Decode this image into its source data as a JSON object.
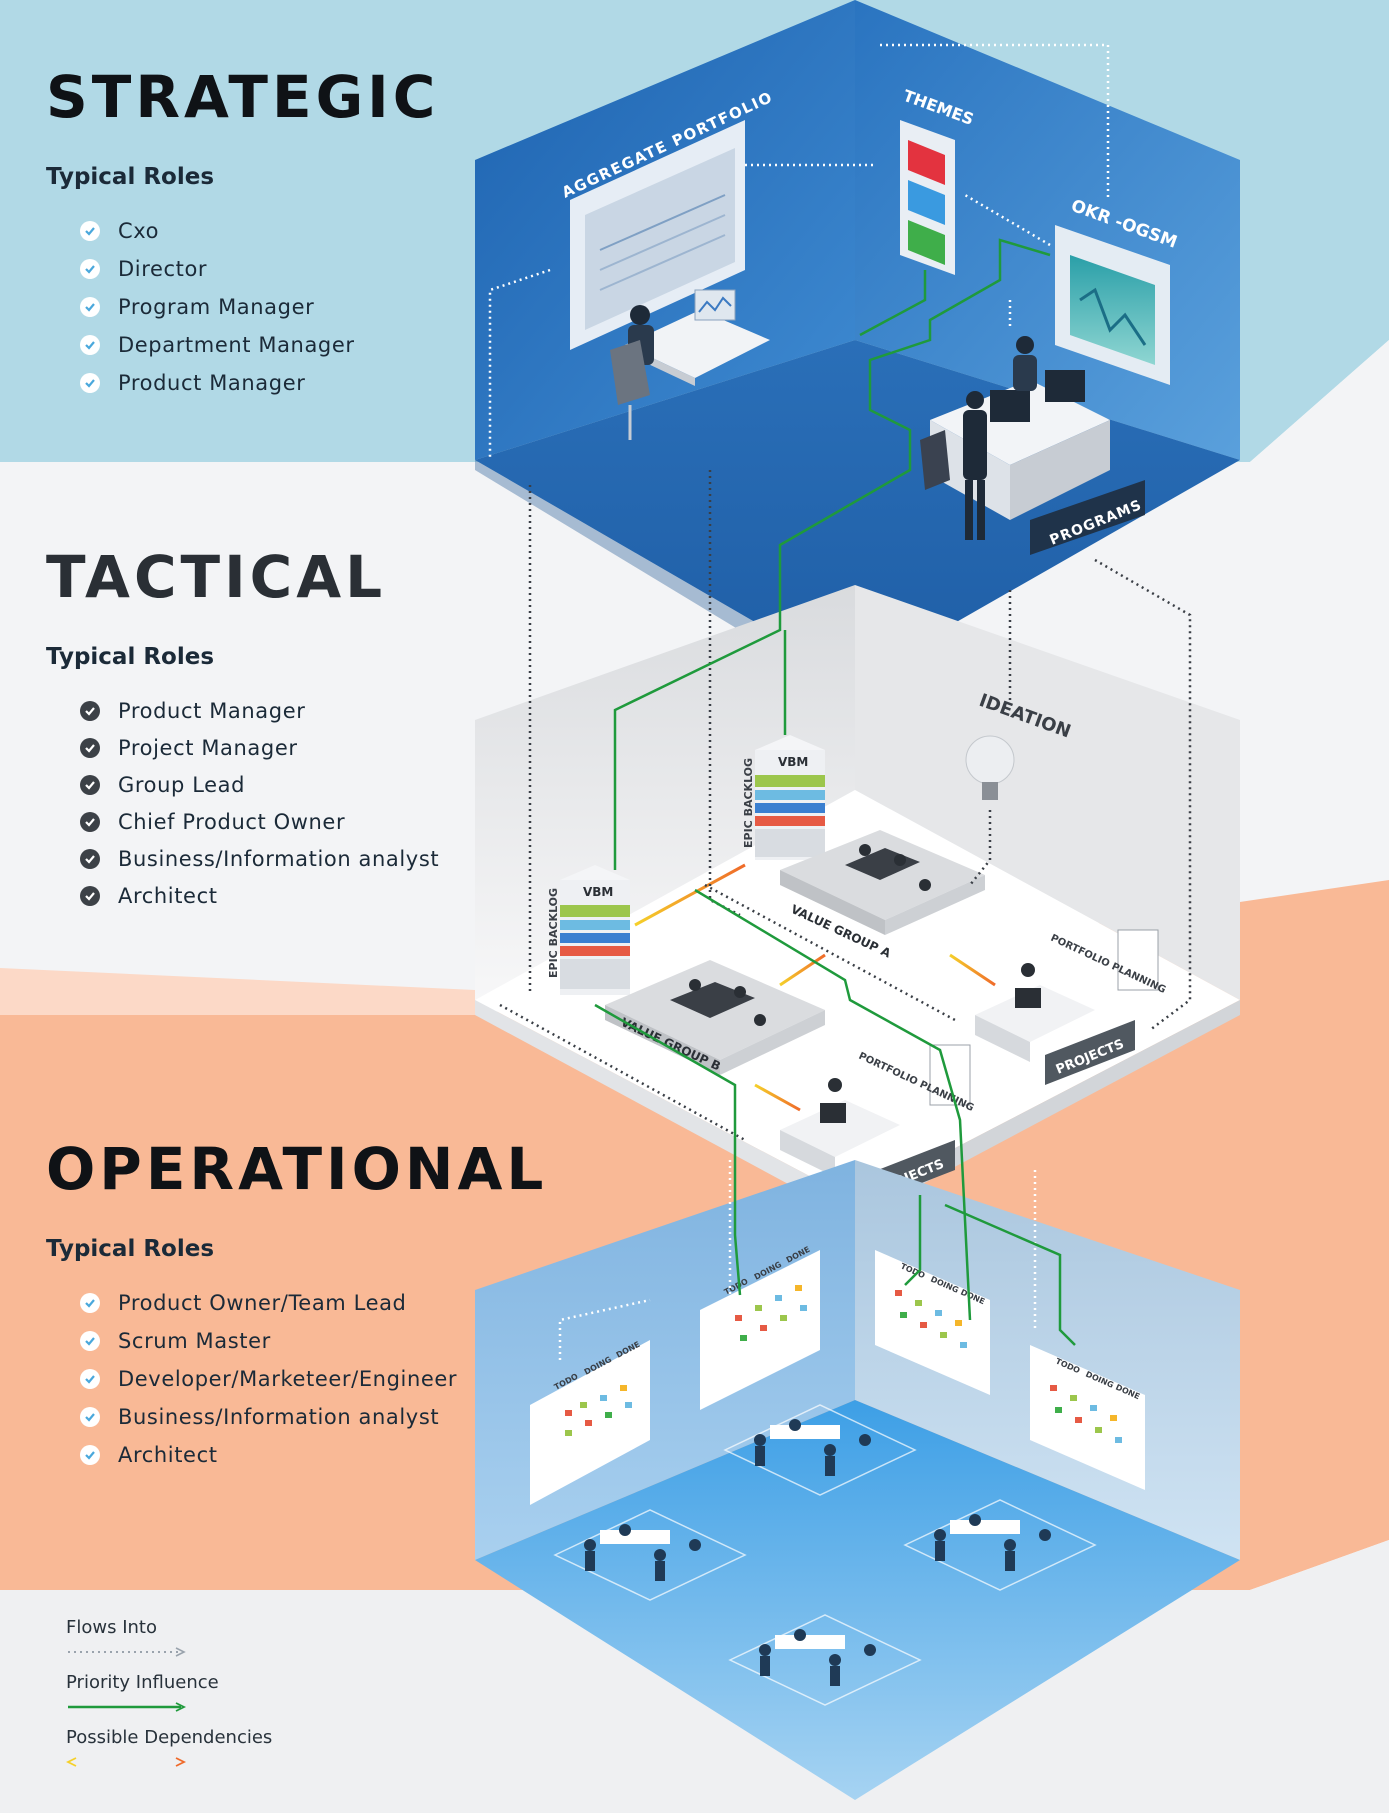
{
  "layers": [
    {
      "title": "STRATEGIC",
      "roles_heading": "Typical Roles",
      "roles": [
        "Cxo",
        "Director",
        "Program Manager",
        "Department Manager",
        "Product Manager"
      ],
      "band_color": "#b1d9e6"
    },
    {
      "title": "TACTICAL",
      "roles_heading": "Typical Roles",
      "roles": [
        "Product Manager",
        "Project Manager",
        "Group Lead",
        "Chief Product Owner",
        "Business/Information analyst",
        "Architect"
      ],
      "band_color": "#f2f3f5"
    },
    {
      "title": "OPERATIONAL",
      "roles_heading": "Typical Roles",
      "roles": [
        "Product Owner/Team Lead",
        "Scrum Master",
        "Developer/Marketeer/Engineer",
        "Business/Information analyst",
        "Architect"
      ],
      "band_color": "#f9b996"
    }
  ],
  "scene_labels": {
    "aggregate_portfolio": "AGGREGATE PORTFOLIO",
    "themes": "THEMES",
    "okr": "OKR -OGSM",
    "programs": "PROGRAMS",
    "ideation": "IDEATION",
    "vbm_1": "VBM",
    "vbm_2": "VBM",
    "epic_backlog_1": "EPIC BACKLOG",
    "epic_backlog_2": "EPIC BACKLOG",
    "value_group_a": "VALUE GROUP A",
    "value_group_b": "VALUE GROUP B",
    "portfolio_planning_1": "PORTFOLIO PLANNING",
    "portfolio_planning_2": "PORTFOLIO PLANNING",
    "projects_1": "PROJECTS",
    "projects_2": "PROJECTS",
    "board_cols": [
      "TODO",
      "DOING",
      "DONE"
    ]
  },
  "legend": [
    {
      "label": "Flows Into",
      "style": "dotted"
    },
    {
      "label": "Priority Influence",
      "style": "green"
    },
    {
      "label": "Possible Dependencies",
      "style": "gradient"
    }
  ],
  "colors": {
    "strategic_blue": "#2e72b8",
    "priority_green": "#1f9a3c",
    "dependency_start": "#f5d02a",
    "dependency_end": "#ef6a2a",
    "operational_blue": "#5aa8e0"
  }
}
